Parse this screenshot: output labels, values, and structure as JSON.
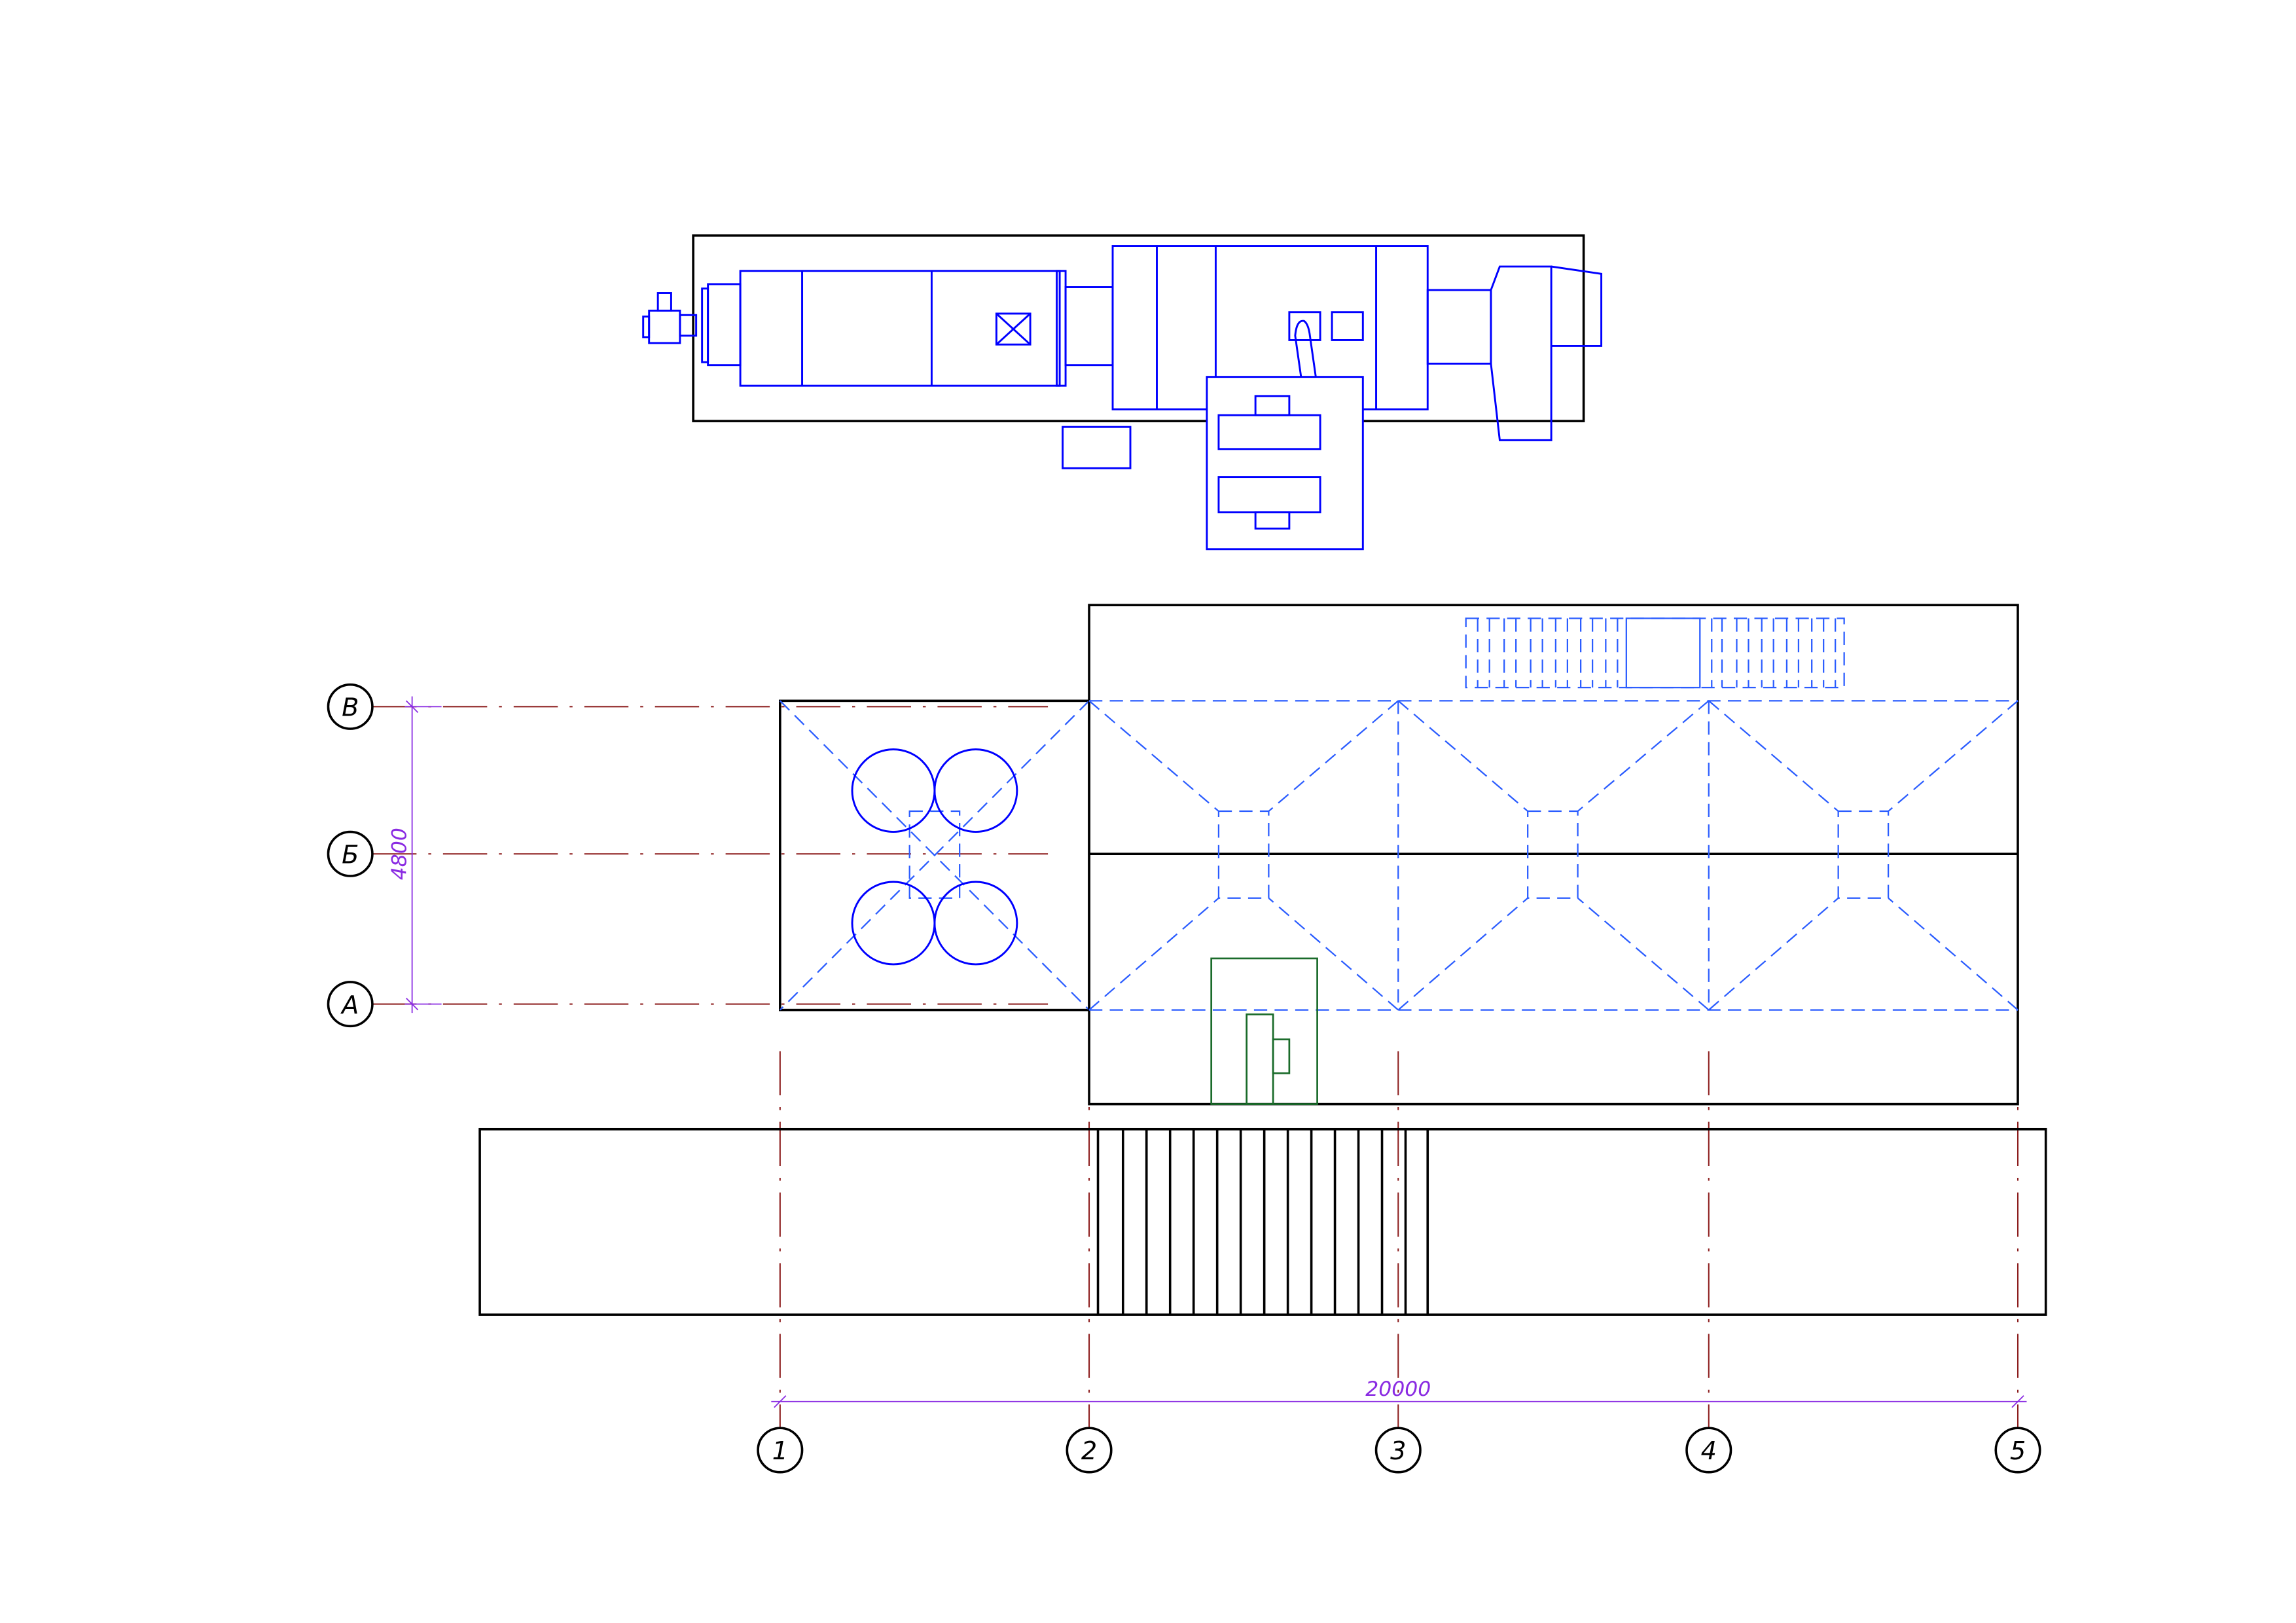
{
  "axes": {
    "rows": [
      {
        "label": "В"
      },
      {
        "label": "Б"
      },
      {
        "label": "А"
      }
    ],
    "columns": [
      {
        "label": "1"
      },
      {
        "label": "2"
      },
      {
        "label": "3"
      },
      {
        "label": "4"
      },
      {
        "label": "5"
      }
    ]
  },
  "dimensions": {
    "vertical": "4800",
    "horizontal": "20000"
  },
  "colors": {
    "equipment": "#0000ff",
    "axis": "#8b1a1a",
    "dimension": "#8a2be2",
    "hidden": "#2a5cff",
    "door": "#1a6b2a"
  }
}
